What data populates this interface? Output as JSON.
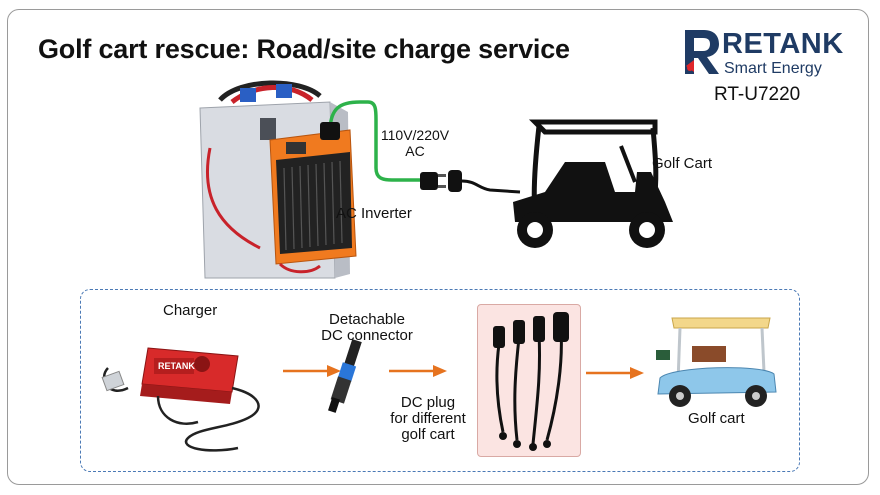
{
  "header": {
    "title": "Golf cart rescue: Road/site charge service"
  },
  "brand": {
    "name": "RETANK",
    "tagline": "Smart Energy",
    "model": "RT-U7220"
  },
  "top_diagram": {
    "ac_label_line1": "110V/220V",
    "ac_label_line2": "AC",
    "inverter_label": "AC Inverter",
    "golf_cart_label": "Golf Cart"
  },
  "bottom_diagram": {
    "charger_label": "Charger",
    "charger_brand": "RETANK",
    "connector_label_line1": "Detachable",
    "connector_label_line2": "DC connector",
    "plug_label_line1": "DC plug",
    "plug_label_line2": "for different",
    "plug_label_line3": "golf cart",
    "golf_cart_label": "Golf cart"
  },
  "colors": {
    "brand_blue": "#1f3b64",
    "brand_red": "#e0262b",
    "cable_green": "#2db24a",
    "arrow_orange": "#e6731f",
    "dash_blue": "#4a79b5"
  }
}
